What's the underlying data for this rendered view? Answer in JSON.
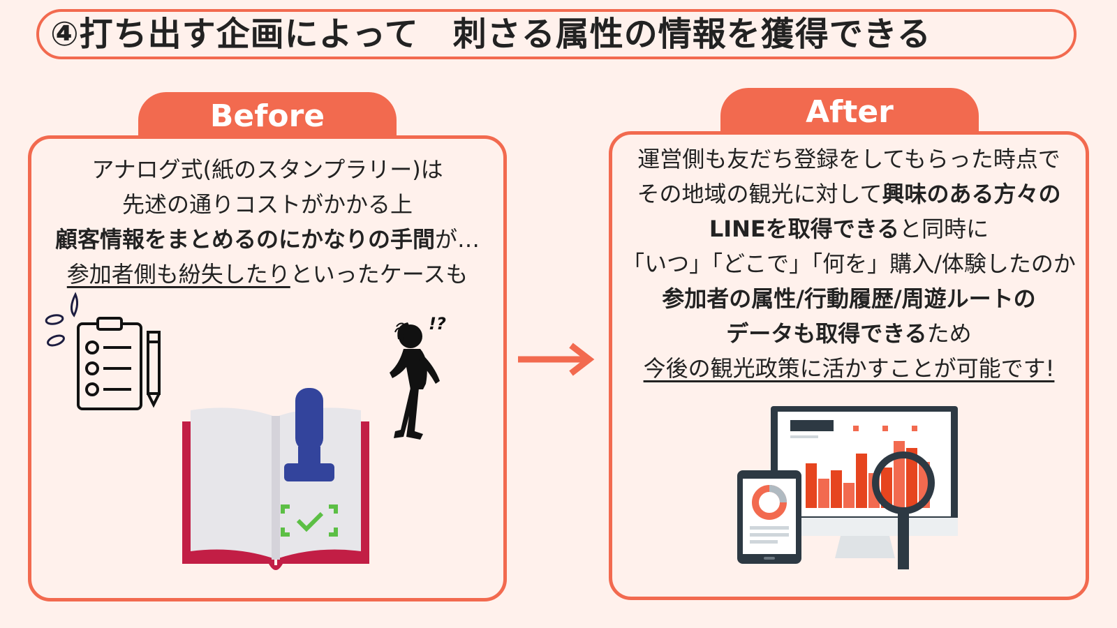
{
  "title": {
    "number": "④",
    "text": "打ち出す企画によって　刺さる属性の情報を獲得できる"
  },
  "before": {
    "label": "Before",
    "line1": "アナログ式(紙のスタンプラリー)は",
    "line2": "先述の通りコストがかかる上",
    "line3_bold": "顧客情報をまとめるのにかなりの手間",
    "line3_tail": "が…",
    "line4_underline": "参加者側も紛失したり",
    "line4_tail": "といったケースも",
    "exclaim": "!?"
  },
  "after": {
    "label": "After",
    "line1": "運営側も友だち登録をしてもらった時点で",
    "line2_normal": "その地域の観光に対して",
    "line2_bold": "興味のある方々の",
    "line3_bold": "LINEを取得できる",
    "line3_tail": "と同時に",
    "line4": "「いつ」「どこで」「何を」購入/体験したのか",
    "line5_bold": "参加者の属性/行動履歴/周遊ルートの",
    "line6_bold": "データも取得できる",
    "line6_tail": "ため",
    "line7_underline": "今後の観光政策に活かすことが可能です!"
  },
  "colors": {
    "accent": "#f26a4f",
    "background": "#fff1ec",
    "book_red": "#c21e45",
    "stamp_blue": "#33449c",
    "check_green": "#5cbf45"
  },
  "icons": [
    "clipboard-icon",
    "pencil-icon",
    "confused-person-icon",
    "stamp-book-icon",
    "arrow-right-icon",
    "analytics-devices-icon",
    "magnifier-icon"
  ]
}
